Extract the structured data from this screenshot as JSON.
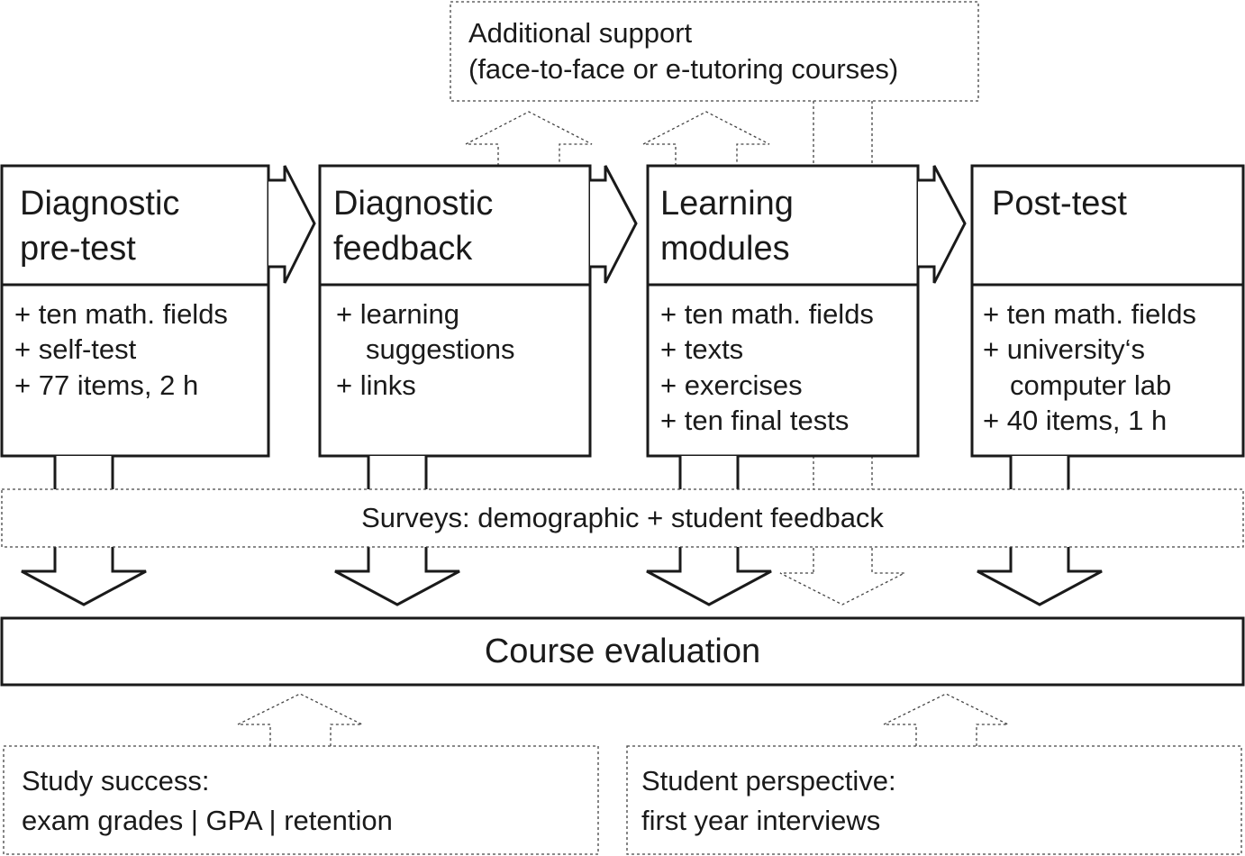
{
  "stages": [
    {
      "title_lines": [
        "Diagnostic",
        "pre-test"
      ],
      "items": [
        "+ ten math. fields",
        "+ self-test",
        "+ 77 items, 2 h"
      ]
    },
    {
      "title_lines": [
        "Diagnostic",
        "feedback"
      ],
      "items": [
        "+ learning",
        "suggestions",
        "+ links"
      ]
    },
    {
      "title_lines": [
        "Learning",
        "modules"
      ],
      "items": [
        "+ ten math. fields",
        "+ texts",
        "+ exercises",
        "+ ten final tests"
      ]
    },
    {
      "title_lines": [
        "Post-test"
      ],
      "items": [
        "+ ten math. fields",
        "+ university‘s",
        "computer lab",
        "+ 40 items, 1 h"
      ]
    }
  ],
  "additional_support": {
    "lines": [
      "Additional support",
      "(face-to-face or e-tutoring courses)"
    ]
  },
  "surveys": {
    "label": "Surveys: demographic + student feedback"
  },
  "course_evaluation": {
    "label": "Course evaluation"
  },
  "study_success": {
    "lines": [
      "Study success:",
      "exam grades | GPA | retention"
    ]
  },
  "student_perspective": {
    "lines": [
      "Student perspective:",
      "first year interviews"
    ]
  }
}
